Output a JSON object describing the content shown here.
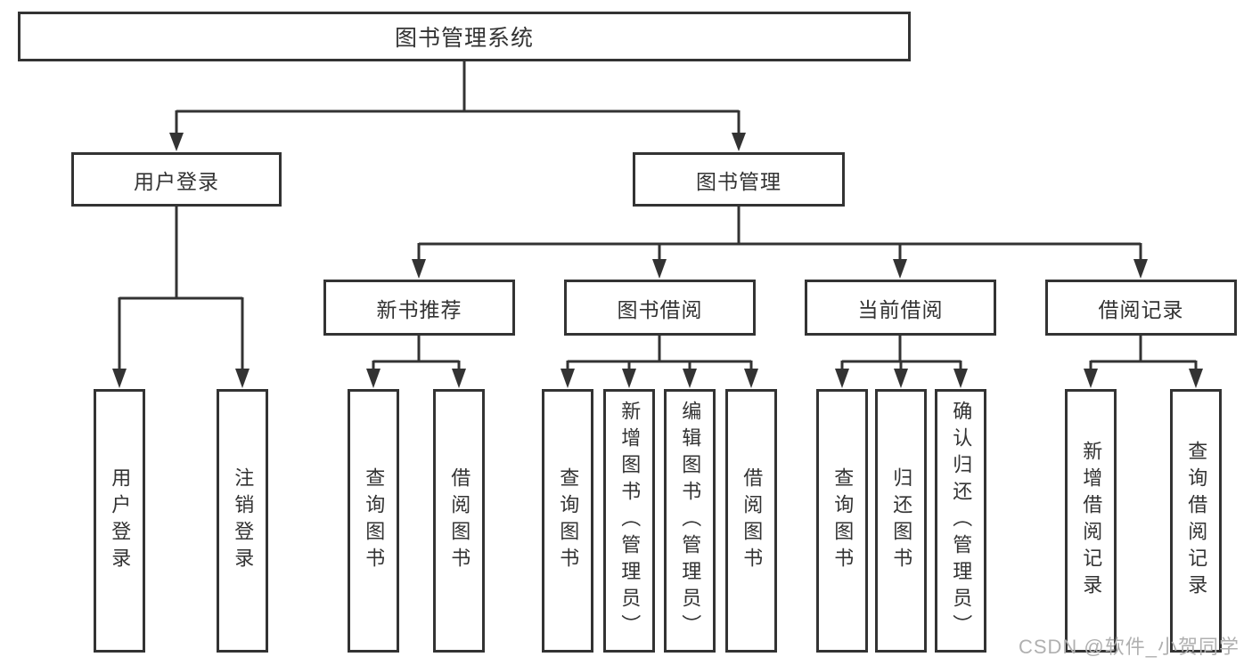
{
  "tree": {
    "label": "图书管理系统",
    "children": [
      {
        "label": "用户登录",
        "children": [
          {
            "label": "用户登录"
          },
          {
            "label": "注销登录"
          }
        ]
      },
      {
        "label": "图书管理",
        "children": [
          {
            "label": "新书推荐",
            "children": [
              {
                "label": "查询图书"
              },
              {
                "label": "借阅图书"
              }
            ]
          },
          {
            "label": "图书借阅",
            "children": [
              {
                "label": "查询图书"
              },
              {
                "label": "新增图书（管理员）"
              },
              {
                "label": "编辑图书（管理员）"
              },
              {
                "label": "借阅图书"
              }
            ]
          },
          {
            "label": "当前借阅",
            "children": [
              {
                "label": "查询图书"
              },
              {
                "label": "归还图书"
              },
              {
                "label": "确认归还（管理员）"
              }
            ]
          },
          {
            "label": "借阅记录",
            "children": [
              {
                "label": "新增借阅记录"
              },
              {
                "label": "查询借阅记录"
              }
            ]
          }
        ]
      }
    ]
  },
  "watermark": {
    "text": "CSDN @软件_小贺同学"
  },
  "colors": {
    "line": "#333333",
    "text": "#333333",
    "box_background": "#ffffff",
    "watermark": "#b0b0b0"
  }
}
